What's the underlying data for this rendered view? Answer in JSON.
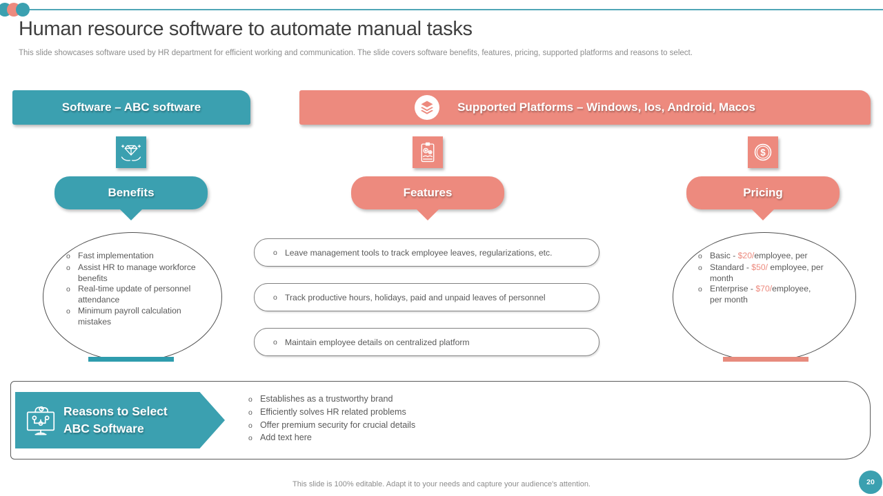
{
  "page": {
    "title": "Human resource software to automate manual tasks",
    "subtitle": "This slide showcases software used by HR department for efficient working and communication. The slide covers software benefits, features, pricing, supported platforms and reasons to select.",
    "footer": "This slide is 100% editable. Adapt it to your needs and capture your audience's attention.",
    "page_number": "20"
  },
  "colors": {
    "accent_teal": "#3BA0B0",
    "accent_salmon": "#ED8A7E",
    "body_text": "#595959",
    "price_highlight": "#ED8A7E"
  },
  "bullet": {
    "char": "o"
  },
  "banners": {
    "software": {
      "label": "Software – ABC software"
    },
    "platforms": {
      "label": "Supported Platforms – Windows, Ios, Android, Macos",
      "icon": "layers-icon"
    }
  },
  "benefits": {
    "header": "Benefits",
    "icon": "hands-diamond-icon",
    "items": [
      "Fast implementation",
      "Assist HR to manage workforce benefits",
      "Real-time update of personnel attendance",
      "Minimum payroll calculation mistakes"
    ]
  },
  "features": {
    "header": "Features",
    "icon": "clipboard-gear-icon",
    "items": [
      "Leave management tools to track employee leaves, regularizations, etc.",
      "Track productive hours, holidays, paid and unpaid leaves of personnel",
      "Maintain employee details on centralized platform"
    ]
  },
  "pricing": {
    "header": "Pricing",
    "icon": "dollar-coin-icon",
    "items": [
      {
        "pre": "Basic - ",
        "price": "$20/",
        "post": "employee,  per"
      },
      {
        "pre": "Standard - ",
        "price": "$50/",
        "post": " employee, per month"
      },
      {
        "pre": "Enterprise - ",
        "price": "$70/",
        "post": "employee, per month"
      }
    ]
  },
  "reasons": {
    "icon": "monitor-cloud-icon",
    "heading": [
      "Reasons to Select",
      "ABC Software"
    ],
    "items": [
      "Establishes as a trustworthy brand",
      "Efficiently solves HR related problems",
      "Offer premium security for crucial details",
      "Add text here"
    ]
  }
}
